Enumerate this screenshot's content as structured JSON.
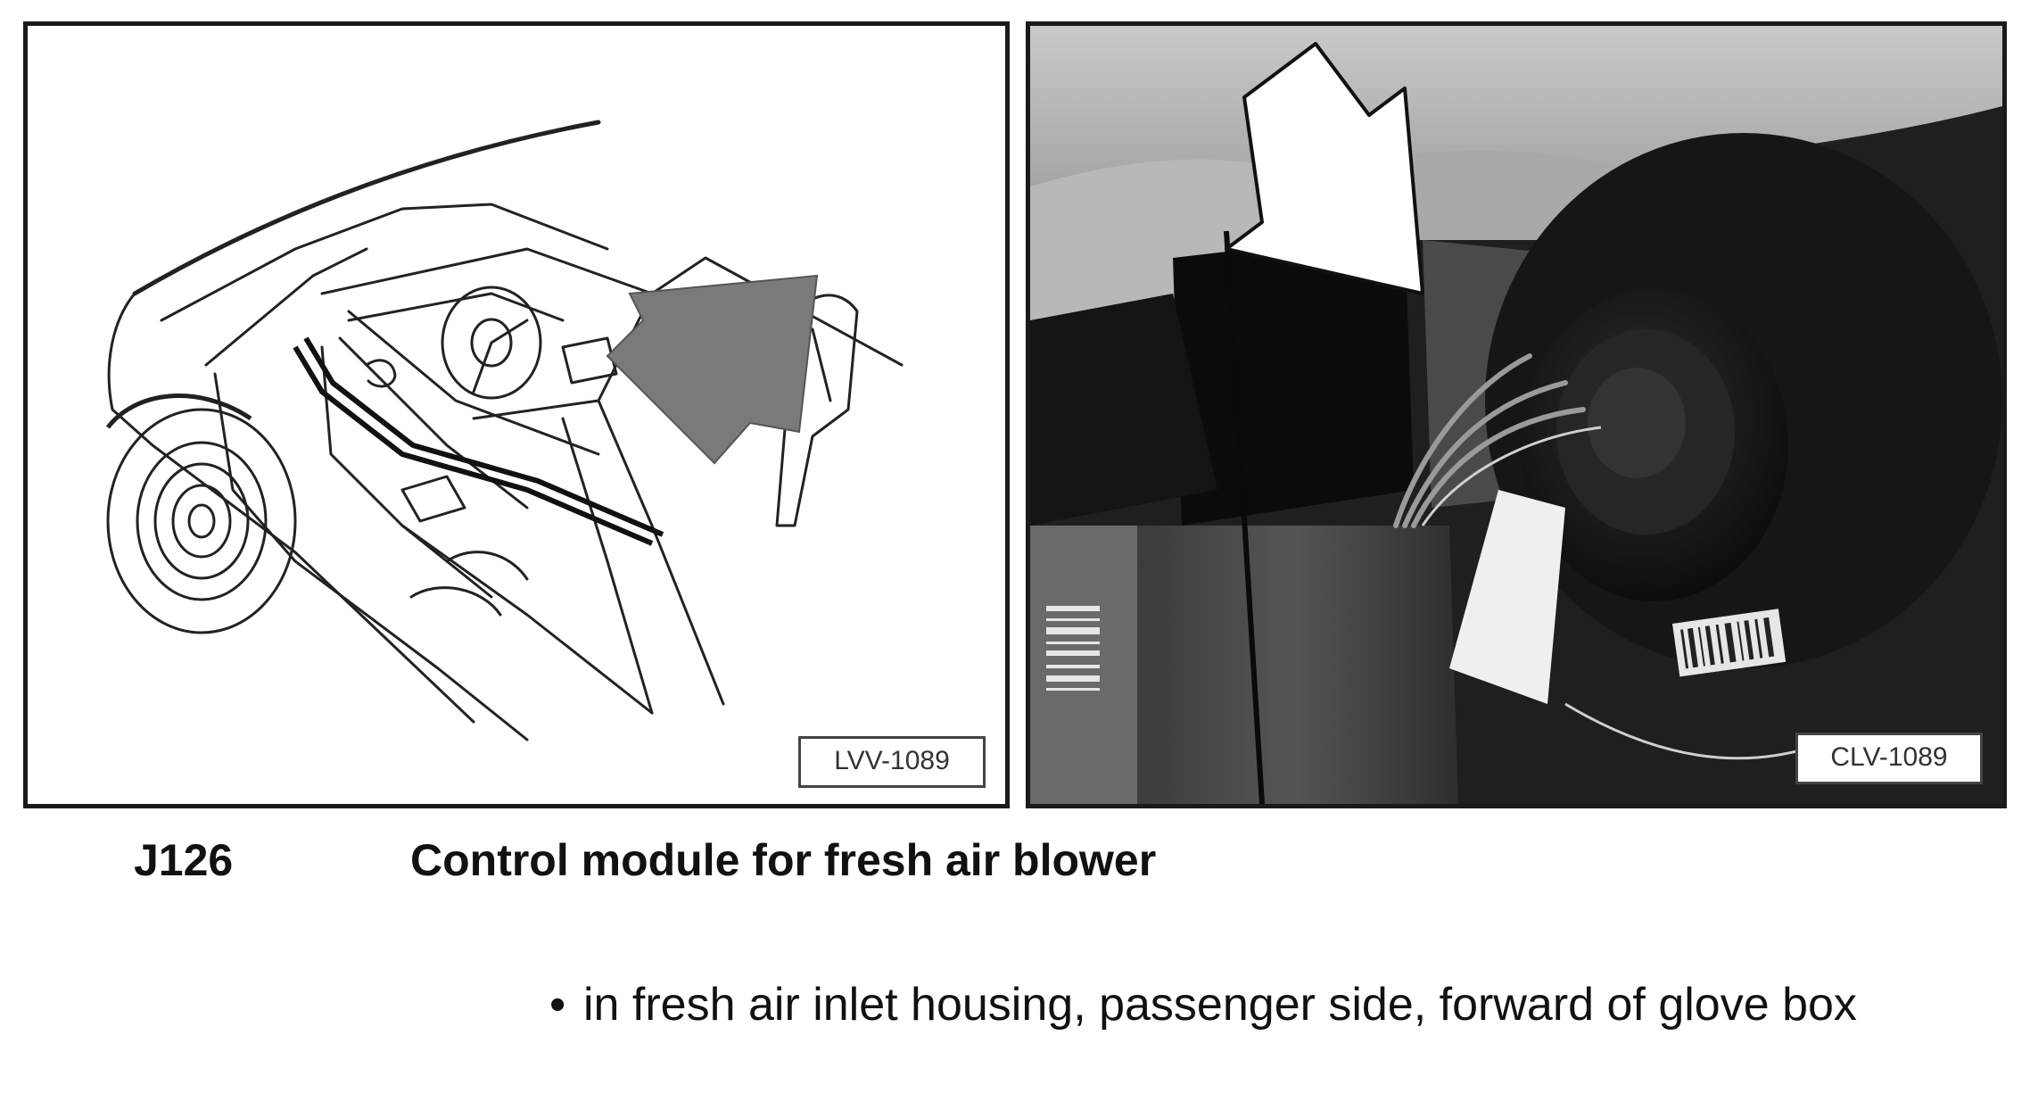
{
  "figures": [
    {
      "label": "LVV-1089"
    },
    {
      "label": "CLV-1089"
    }
  ],
  "entry": {
    "code": "J126",
    "title": "Control module for fresh air blower"
  },
  "bullets": [
    {
      "text": "in fresh air inlet housing, passenger side, forward of glove box"
    }
  ]
}
